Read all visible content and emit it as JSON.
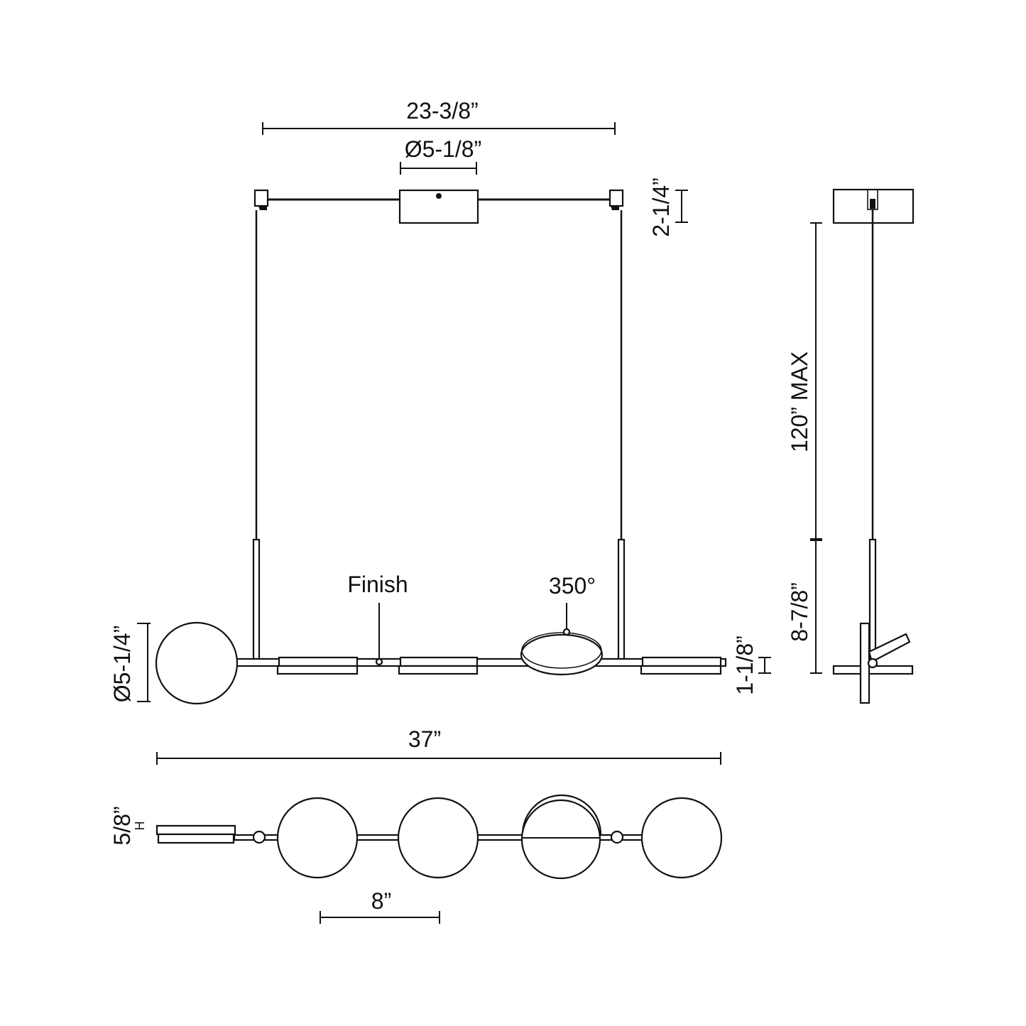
{
  "dimensions": {
    "canopy_span": "23-3/8”",
    "canopy_diameter": "Ø5-1/8”",
    "canopy_height": "2-1/4”",
    "max_drop": "120” MAX",
    "rod_height": "8-7/8”",
    "shade_diameter": "Ø5-1/4”",
    "bar_height": "1-1/8”",
    "overall_width": "37”",
    "shade_spacing": "8”",
    "plate_thickness": "5/8”"
  },
  "callouts": {
    "finish": "Finish",
    "rotation": "350°"
  },
  "markers": {
    "h_small": "H"
  }
}
